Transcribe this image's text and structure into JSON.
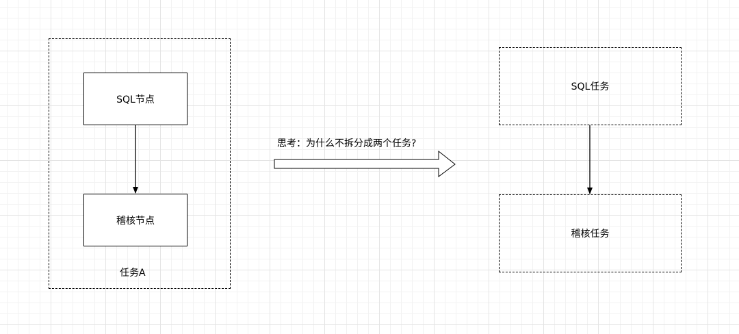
{
  "task_a": {
    "container_label": "任务A",
    "sql_node": "SQL节点",
    "audit_node": "稽核节点"
  },
  "question": "思考：为什么不拆分成两个任务?",
  "split": {
    "sql_task": "SQL任务",
    "audit_task": "稽核任务"
  },
  "colors": {
    "stroke": "#000000",
    "background": "#ffffff",
    "grid": "#e4e4e4"
  }
}
